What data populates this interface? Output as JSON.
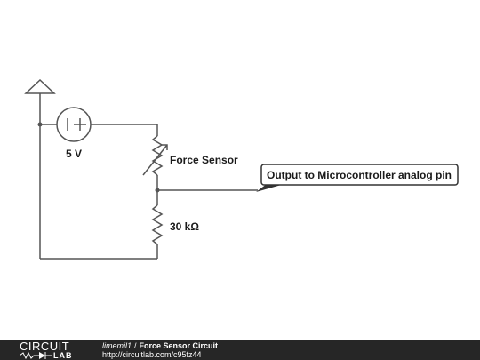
{
  "schematic": {
    "voltage_source_label": "5 V",
    "force_sensor_label": "Force Sensor",
    "resistor_label": "30 kΩ",
    "output_callout": "Output to Microcontroller analog pin"
  },
  "footer": {
    "brand_top": "CIRCUIT",
    "brand_bottom": "LAB",
    "author": "limemil1",
    "separator": "/",
    "title": "Force Sensor Circuit",
    "url": "http://circuitlab.com/c95fz44"
  },
  "colors": {
    "wire": "#555555",
    "footer_bg": "#262626",
    "callout_border": "#333333"
  }
}
